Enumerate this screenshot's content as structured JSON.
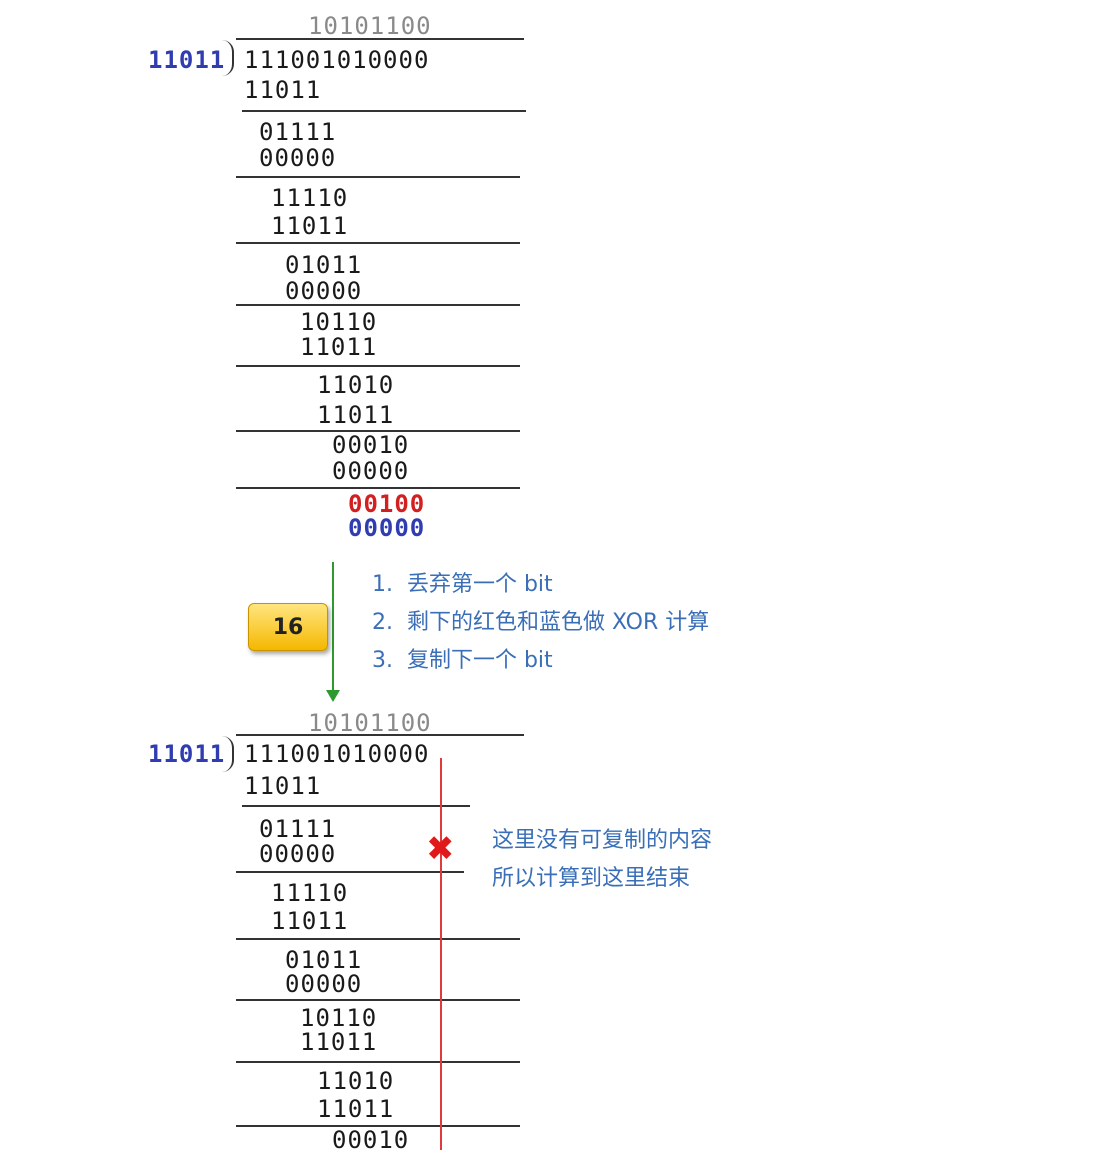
{
  "top": {
    "quotient": "10101100",
    "divisor": "11011",
    "dividend": "111001010000",
    "rows": [
      "11011",
      "01111",
      "00000",
      "11110",
      "11011",
      "01011",
      "00000",
      "10110",
      "11011",
      "11010",
      "11011",
      "00010",
      "00000"
    ],
    "remainder_red": "00100",
    "remainder_blue": "00000"
  },
  "middle": {
    "badge": "16",
    "steps": [
      "1.  丢弃第一个 bit",
      "2.  剩下的红色和蓝色做 XOR 计算",
      "3.  复制下一个 bit"
    ]
  },
  "bottom": {
    "quotient": "10101100",
    "divisor": "11011",
    "dividend": "111001010000",
    "rows": [
      "11011",
      "01111",
      "00000",
      "11110",
      "11011",
      "01011",
      "00000",
      "10110",
      "11011",
      "11010",
      "11011",
      "00010"
    ],
    "note": [
      "这里没有可复制的内容",
      "所以计算到这里结束"
    ]
  },
  "colors": {
    "red": "#d21f1f",
    "blue": "#2f3db0",
    "green": "#2e9a2e",
    "note": "#3a6fb8"
  }
}
